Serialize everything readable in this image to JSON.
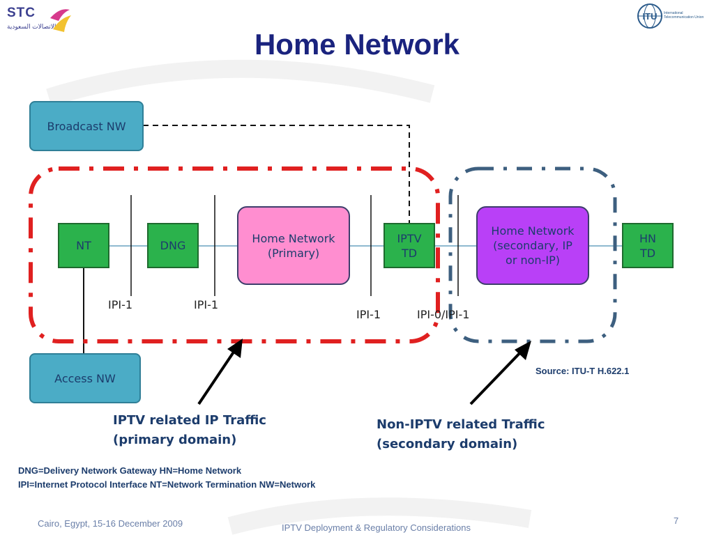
{
  "logos": {
    "stc_name": "STC",
    "stc_arabic": "الاتصالات السعودية",
    "itu_name": "ITU",
    "itu_full": "International Telecommunication Union"
  },
  "title": "Home Network",
  "nodes": {
    "broadcast_nw": "Broadcast NW",
    "access_nw": "Access NW",
    "nt": "NT",
    "dng": "DNG",
    "home_primary": [
      "Home Network",
      "(Primary)"
    ],
    "iptv_td": [
      "IPTV",
      "TD"
    ],
    "home_secondary": [
      "Home Network",
      "(secondary, IP",
      "or non-IP)"
    ],
    "hn_td": [
      "HN",
      "TD"
    ]
  },
  "interfaces": {
    "ipi1_a": "IPI-1",
    "ipi1_b": "IPI-1",
    "ipi1_c": "IPI-1",
    "ipi0_ipi1": "IPI-0/IPI-1"
  },
  "domains": {
    "primary": [
      "IPTV related IP Traffic",
      "(primary domain)"
    ],
    "secondary": [
      "Non-IPTV related Traffic",
      "(secondary domain)"
    ],
    "primary_color": "#e02020",
    "secondary_color": "#3d5f7f"
  },
  "source": "Source: ITU-T H.622.1",
  "legend": [
    "DNG=Delivery Network Gateway HN=Home Network",
    "IPI=Internet Protocol Interface NT=Network Termination   NW=Network"
  ],
  "footer": {
    "location_date": "Cairo, Egypt, 15-16 December 2009",
    "topic": "IPTV Deployment & Regulatory Considerations",
    "page_number": "7"
  }
}
